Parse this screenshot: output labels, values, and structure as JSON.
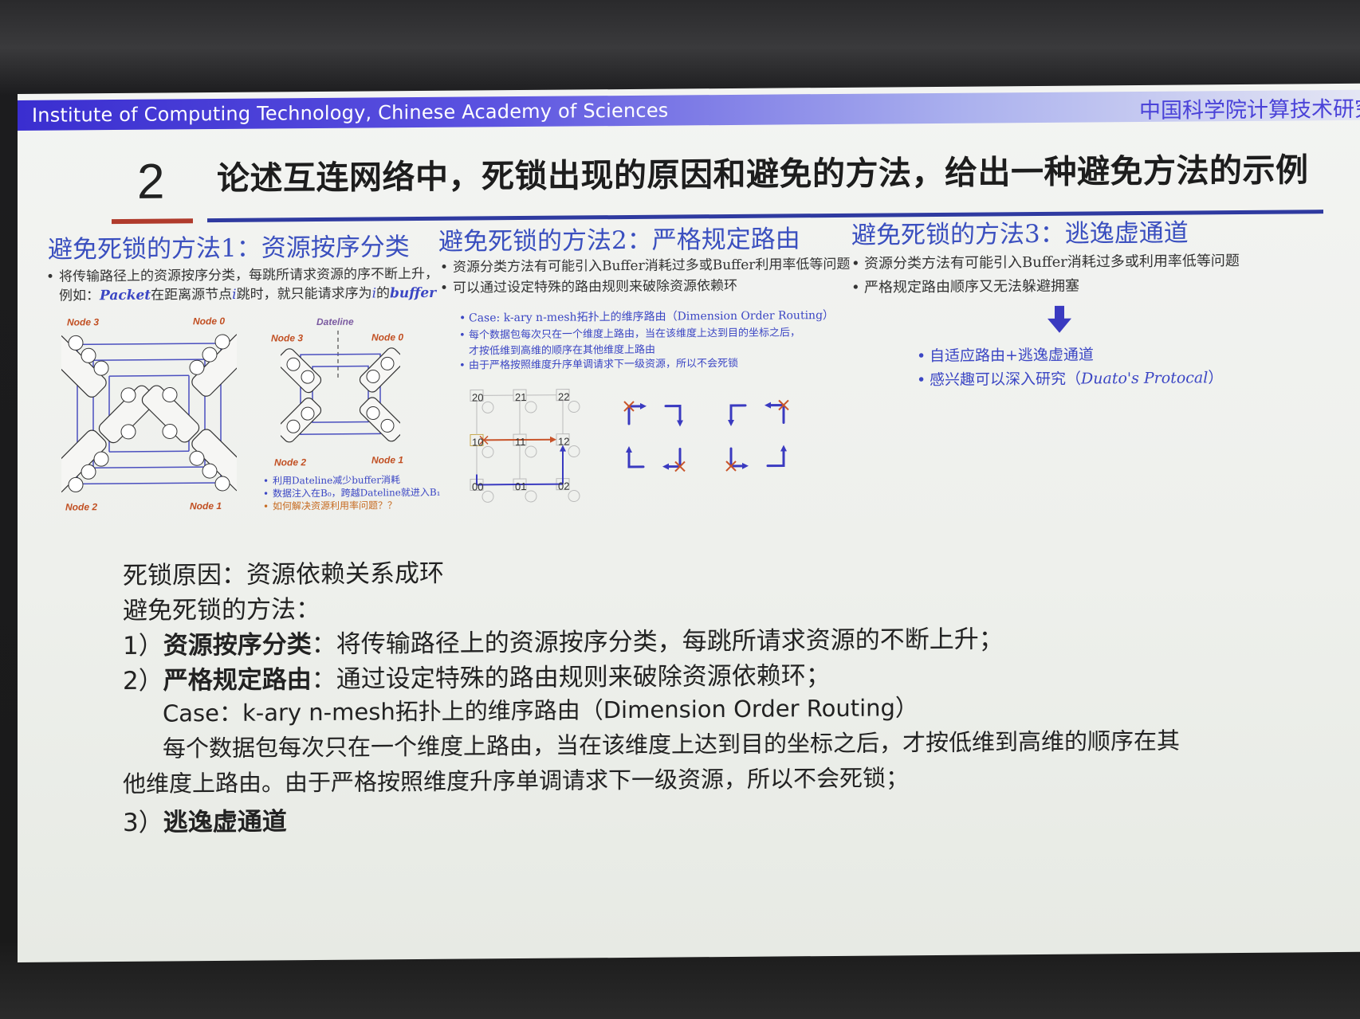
{
  "banner": {
    "en": "Institute of Computing Technology, Chinese Academy of Sciences",
    "cn": "中国科学院计算技术研究"
  },
  "header": {
    "number": "2",
    "title": "论述互连网络中，死锁出现的原因和避免的方法，给出一种避免方法的示例"
  },
  "col1": {
    "heading": "避免死锁的方法1：资源按序分类",
    "bullet_line1": "将传输路径上的资源按序分类，每跳所请求资源的序不断上升，",
    "bullet_line2_pre": "例如：",
    "bullet_packet": "Packet",
    "bullet_line2_mid": "在距离源节点",
    "bullet_i": "i",
    "bullet_line2_mid2": "跳时，就只能请求序为",
    "bullet_i2": "i",
    "bullet_line2_post": "的",
    "bullet_buffer": "buffer",
    "fig1_nodes": [
      "Node 3",
      "Node 0",
      "Node 2",
      "Node 1"
    ],
    "fig2_nodes": [
      "Node 3",
      "Node 0",
      "Node 2",
      "Node 1"
    ],
    "fig2_dateline": "Dateline",
    "fig2_notes": [
      "利用Dateline减少buffer消耗",
      "数据注入在B₀，跨越Dateline就进入B₁",
      "如何解决资源利用率问题？？"
    ]
  },
  "col2": {
    "heading": "避免死锁的方法2：严格规定路由",
    "bullets": [
      "资源分类方法有可能引入Buffer消耗过多或Buffer利用率低等问题",
      "可以通过设定特殊的路由规则来破除资源依赖环"
    ],
    "sub_bullets": [
      "Case: k-ary n-mesh拓扑上的维序路由（Dimension Order Routing）",
      "每个数据包每次只在一个维度上路由，当在该维度上达到目的坐标之后，",
      "才按低维到高维的顺序在其他维度上路由",
      "由于严格按照维度升序单调请求下一级资源，所以不会死锁"
    ],
    "mesh_labels": [
      "20",
      "21",
      "22",
      "10",
      "11",
      "12",
      "00",
      "01",
      "02"
    ]
  },
  "col3": {
    "heading": "避免死锁的方法3：逃逸虚通道",
    "bullets": [
      "资源分类方法有可能引入Buffer消耗过多或利用率低等问题",
      "严格规定路由顺序又无法躲避拥塞"
    ],
    "sub_bullets": [
      "自适应路由+逃逸虚通道",
      "感兴趣可以深入研究（",
      "Duato's Protocal",
      "）"
    ]
  },
  "body": {
    "line1": "死锁原因：资源依赖关系成环",
    "line2": "避免死锁的方法：",
    "item1_num": "1）",
    "item1_bold": "资源按序分类",
    "item1_rest": "：将传输路径上的资源按序分类，每跳所请求资源的不断上升；",
    "item2_num": "2）",
    "item2_bold": "严格规定路由",
    "item2_rest": "：通过设定特殊的路由规则来破除资源依赖环；",
    "case_line": "Case：k-ary n-mesh拓扑上的维序路由（Dimension Order Routing）",
    "para_line1": "每个数据包每次只在一个维度上路由，当在该维度上达到目的坐标之后，才按低维到高维的顺序在其",
    "para_line2": "他维度上路由。由于严格按照维度升序单调请求下一级资源，所以不会死锁；",
    "item3_num": "3）",
    "item3_bold": "逃逸虚通道"
  },
  "colors": {
    "banner": "#3a2ed0",
    "heading_blue": "#3a4fbf",
    "accent_red": "#b03b2c",
    "title_line": "#2f3aa0"
  }
}
